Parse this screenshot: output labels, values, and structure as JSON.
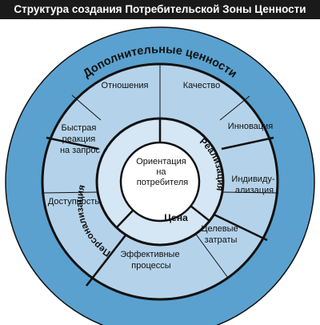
{
  "title": "Структура создания Потребительской Зоны Ценности",
  "outer_ring_label": "Дополнительные ценности",
  "center": {
    "lines": [
      "Ориентация",
      "на",
      "потребителя"
    ]
  },
  "inner_ring": {
    "left": "Персонализация",
    "right": "Реализация",
    "bottom": "Цена"
  },
  "segments": {
    "relations": [
      "Отношения"
    ],
    "quality": [
      "Качество"
    ],
    "fast_response": [
      "Быстрая",
      "реакция",
      "на запрос"
    ],
    "innovation": [
      "Инновация"
    ],
    "individualization": [
      "Индивиду-",
      "ализация"
    ],
    "accessibility": [
      "Доступность"
    ],
    "target_costs": [
      "Целевые",
      "затраты"
    ],
    "efficient_processes": [
      "Эффективные",
      "процессы"
    ]
  },
  "colors": {
    "title_bg": "#1a1a1a",
    "title_text": "#ffffff",
    "outer_ring": "#5aa1cf",
    "segment_fill": "#b4d3ea",
    "inner_ring": "#d5e6f4",
    "center_fill": "#ffffff",
    "line": "#111111"
  }
}
